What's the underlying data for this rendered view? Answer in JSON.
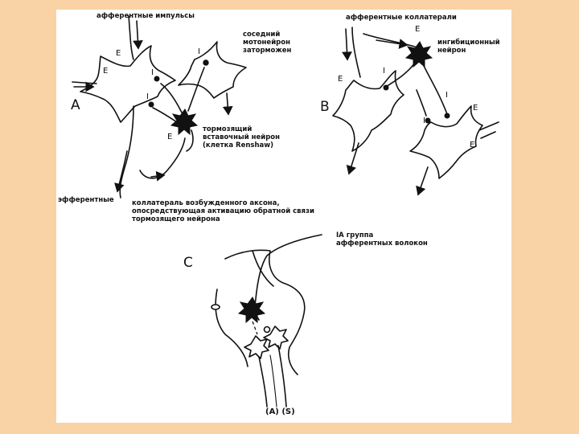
{
  "colors": {
    "frame": "#f9d3a5",
    "paper": "#ffffff",
    "ink": "#111111"
  },
  "panels": {
    "a": {
      "letter": "A",
      "afferent_label": "афферентные импульсы",
      "neighbor_label": "соседний\nмотонейрон\nзаторможен",
      "inhibitory_label": "тормозящий\nвставочный нейрон\n(клетка Renshaw)",
      "efferent_label": "эфферентные",
      "collateral_label": "коллатераль возбужденного аксона,\nопосредствующая активацию обратной связи\nтормозящего нейрона"
    },
    "b": {
      "letter": "B",
      "afferent_label": "афферентные коллатерали",
      "inhibitory_label": "ингибиционный\nнейрон"
    },
    "c": {
      "letter": "C",
      "fiber_label": "IA группа\nафферентных волокон",
      "bottom_label": "(A) (S)"
    },
    "markers": {
      "excitatory": "E",
      "inhibitory": "I"
    }
  }
}
